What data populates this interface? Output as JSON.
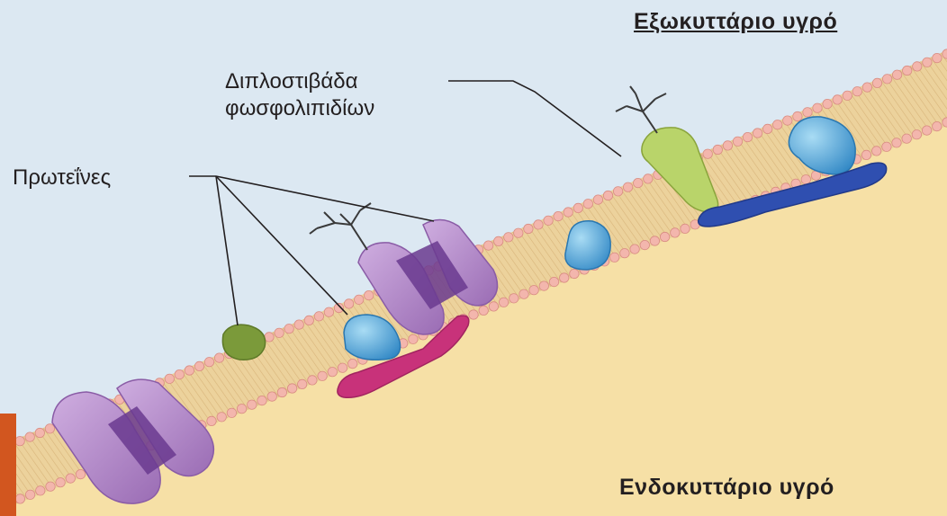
{
  "labels": {
    "extracellular": "Εξωκυττάριο υγρό",
    "intracellular": "Ενδοκυττάριο υγρό",
    "bilayer_line1": "Διπλοστιβάδα",
    "bilayer_line2": "φωσφολιπιδίων",
    "proteins": "Πρωτεΐνες"
  },
  "colors": {
    "extracellular_fluid": "#dce8f2",
    "intracellular_fluid": "#f6e0a6",
    "membrane_core": "#ecd29c",
    "lipid_head": "#f3b6ad",
    "transmembrane_protein": "#b88ac9",
    "channel_pore": "#6a3a8f",
    "globular_protein": "#5aaedc",
    "peripheral_rod_pink": "#c8327a",
    "peripheral_rod_blue": "#2f4fb0",
    "small_protein_green": "#7b9a3a",
    "glycoprotein_green": "#b9d46a",
    "accent_bar": "#d2561f"
  }
}
